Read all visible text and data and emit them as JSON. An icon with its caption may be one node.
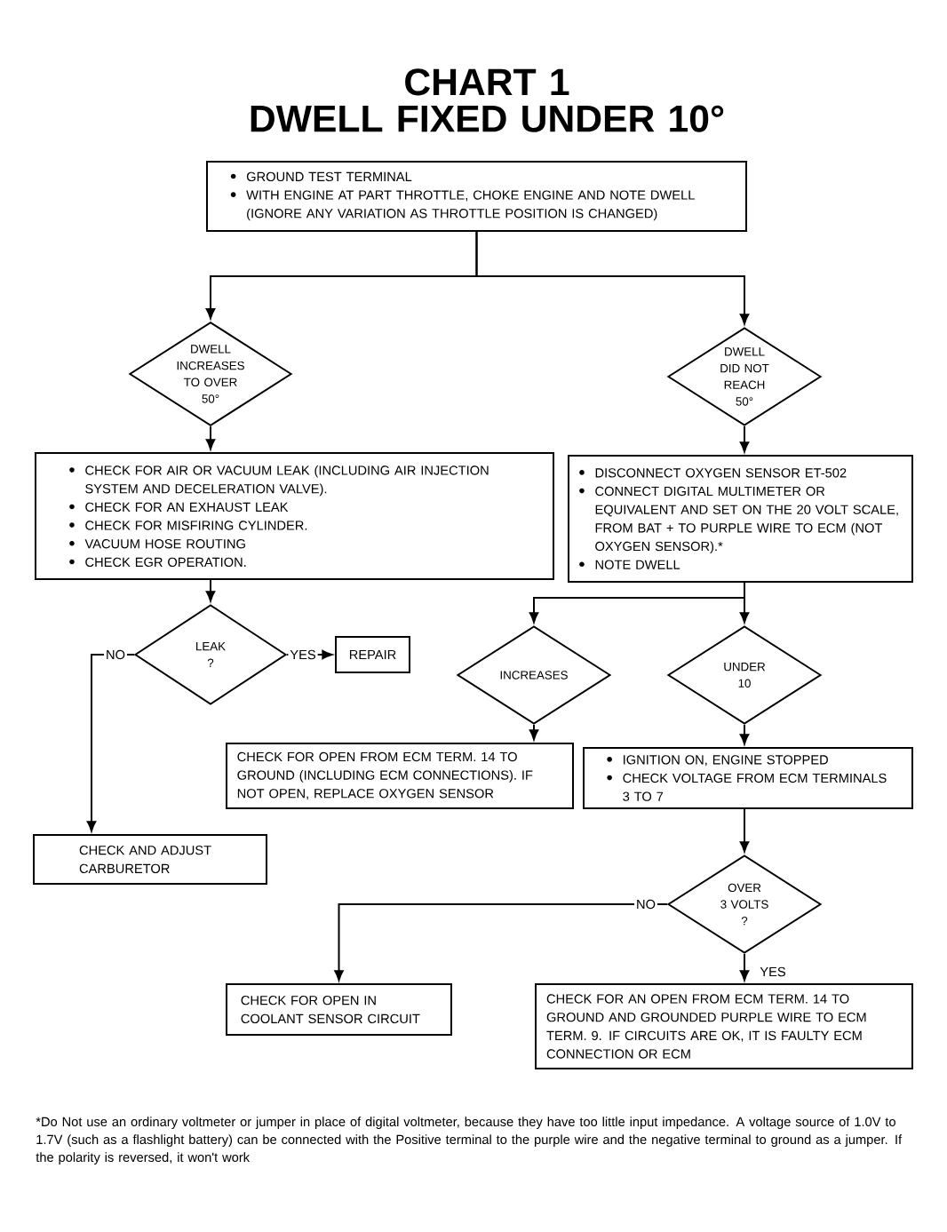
{
  "diagram": {
    "title": "CHART 1 DWELL FIXED UNDER 10°",
    "nodes": [
      {
        "text": [
          "GROUND TEST TERMINAL",
          "WITH ENGINE AT PART THROTTLE, CHOKE ENGINE AND NOTE DWELL (IGNORE ANY VARIATION AS THROTTLE POSITION IS CHANGED)"
        ]
      },
      {
        "text": [
          "DWELL INCREASES TO OVER 50°"
        ]
      },
      {
        "text": [
          "DWELL DID NOT REACH 50°"
        ]
      },
      {
        "text": [
          "CHECK FOR AIR OR VACUUM LEAK (INCLUDING AIR INJECTION SYSTEM AND DECELERATION VALVE).",
          "CHECK FOR AN EXHAUST LEAK",
          "CHECK FOR MISFIRING CYLINDER.",
          "VACUUM HOSE ROUTING",
          "CHECK EGR OPERATION."
        ]
      },
      {
        "text": [
          "DISCONNECT OXYGEN SENSOR ET-502",
          "CONNECT DIGITAL MULTIMETER OR EQUIVALENT AND SET ON THE 20 VOLT SCALE, FROM BAT + TO PURPLE WIRE TO ECM (NOT OXYGEN SENSOR).*",
          "NOTE DWELL"
        ]
      },
      {
        "text": [
          "LEAK ?"
        ]
      },
      {
        "text": [
          "REPAIR"
        ]
      },
      {
        "text": [
          "INCREASES"
        ]
      },
      {
        "text": [
          "UNDER 10"
        ]
      },
      {
        "text": [
          "CHECK FOR OPEN FROM ECM TERM. 14 TO GROUND (INCLUDING ECM CONNECTIONS). IF NOT OPEN, REPLACE OXYGEN SENSOR"
        ]
      },
      {
        "text": [
          "IGNITION ON, ENGINE STOPPED",
          "CHECK VOLTAGE FROM ECM TERMINALS 3 TO 7"
        ]
      },
      {
        "text": [
          "CHECK AND ADJUST CARBURETOR"
        ]
      },
      {
        "text": [
          "OVER 3 VOLTS ?"
        ]
      },
      {
        "text": [
          "CHECK FOR OPEN IN COOLANT SENSOR CIRCUIT"
        ]
      },
      {
        "text": [
          "CHECK FOR AN OPEN FROM ECM TERM. 14 TO GROUND AND GROUNDED PURPLE WIRE TO ECM TERM. 9. IF CIRCUITS ARE OK, IT IS FAULTY ECM CONNECTION OR ECM"
        ]
      }
    ],
    "edges": [
      {
        "from": 0,
        "to": 1,
        "arrow": "to"
      },
      {
        "from": 0,
        "to": 2,
        "arrow": "to"
      },
      {
        "from": 1,
        "to": 3,
        "arrow": "to"
      },
      {
        "from": 2,
        "to": 4,
        "arrow": "to"
      },
      {
        "from": 3,
        "to": 5,
        "arrow": "to"
      },
      {
        "from": 4,
        "to": 7,
        "arrow": "to"
      },
      {
        "from": 4,
        "to": 8,
        "arrow": "to"
      },
      {
        "from": 5,
        "to": 6,
        "arrow": "to",
        "label": "YES"
      },
      {
        "from": 5,
        "to": 11,
        "arrow": "to",
        "label": "NO"
      },
      {
        "from": 7,
        "to": 9,
        "arrow": "to"
      },
      {
        "from": 8,
        "to": 10,
        "arrow": "to"
      },
      {
        "from": 10,
        "to": 12,
        "arrow": "to"
      },
      {
        "from": 12,
        "to": 13,
        "arrow": "to",
        "label": "NO"
      },
      {
        "from": 12,
        "to": 14,
        "arrow": "to",
        "label": "YES"
      }
    ],
    "caption": "*Do Not use an ordinary voltmeter or jumper in place of digital voltmeter, because they have too little input impedance. A voltage source of 1.0V to 1.7V (such as a flashlight battery) can be connected with the Positive terminal to the purple wire and the negative terminal to ground as a jumper. If the polarity is reversed, it won't work"
  }
}
